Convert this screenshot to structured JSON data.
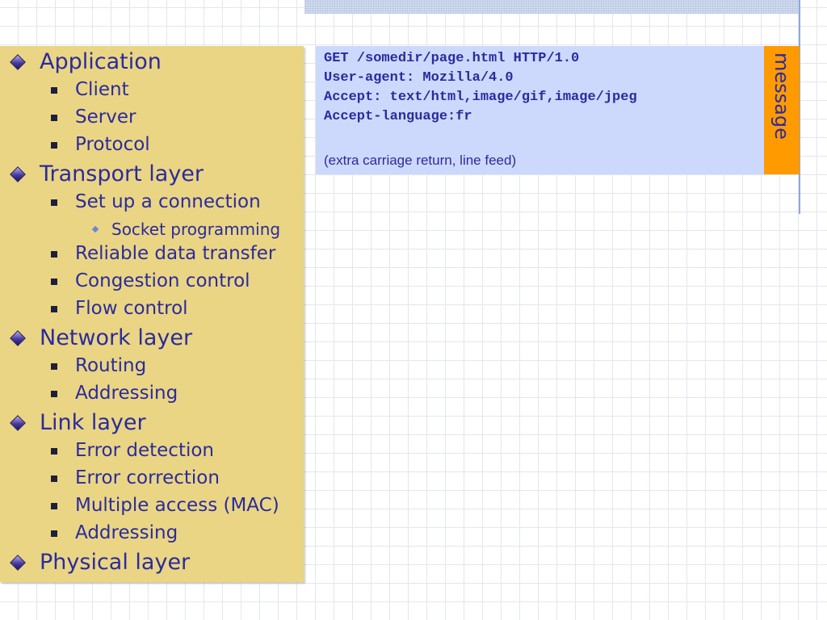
{
  "outline": {
    "items": [
      {
        "level": 1,
        "text": "Application"
      },
      {
        "level": 2,
        "text": "Client"
      },
      {
        "level": 2,
        "text": "Server"
      },
      {
        "level": 2,
        "text": "Protocol"
      },
      {
        "level": 1,
        "text": "Transport layer"
      },
      {
        "level": 2,
        "text": "Set up a connection"
      },
      {
        "level": 3,
        "text": "Socket programming"
      },
      {
        "level": 2,
        "text": "Reliable data transfer"
      },
      {
        "level": 2,
        "text": "Congestion control"
      },
      {
        "level": 2,
        "text": "Flow control"
      },
      {
        "level": 1,
        "text": "Network layer"
      },
      {
        "level": 2,
        "text": "Routing"
      },
      {
        "level": 2,
        "text": "Addressing"
      },
      {
        "level": 1,
        "text": "Link layer"
      },
      {
        "level": 2,
        "text": "Error detection"
      },
      {
        "level": 2,
        "text": "Error correction"
      },
      {
        "level": 2,
        "text": "Multiple access (MAC)"
      },
      {
        "level": 2,
        "text": "Addressing"
      },
      {
        "level": 1,
        "text": "Physical layer"
      }
    ]
  },
  "http_message": {
    "lines": [
      "GET /somedir/page.html HTTP/1.0",
      "User-agent: Mozilla/4.0",
      "Accept: text/html,image/gif,image/jpeg",
      "Accept-language:fr"
    ],
    "note": "(extra carriage return, line feed)"
  },
  "side_label": "message",
  "colors": {
    "outline_panel": "#ead584",
    "text": "#2b2b9c",
    "http_box": "#ccd9fc",
    "side_tag": "#ff9a00"
  }
}
